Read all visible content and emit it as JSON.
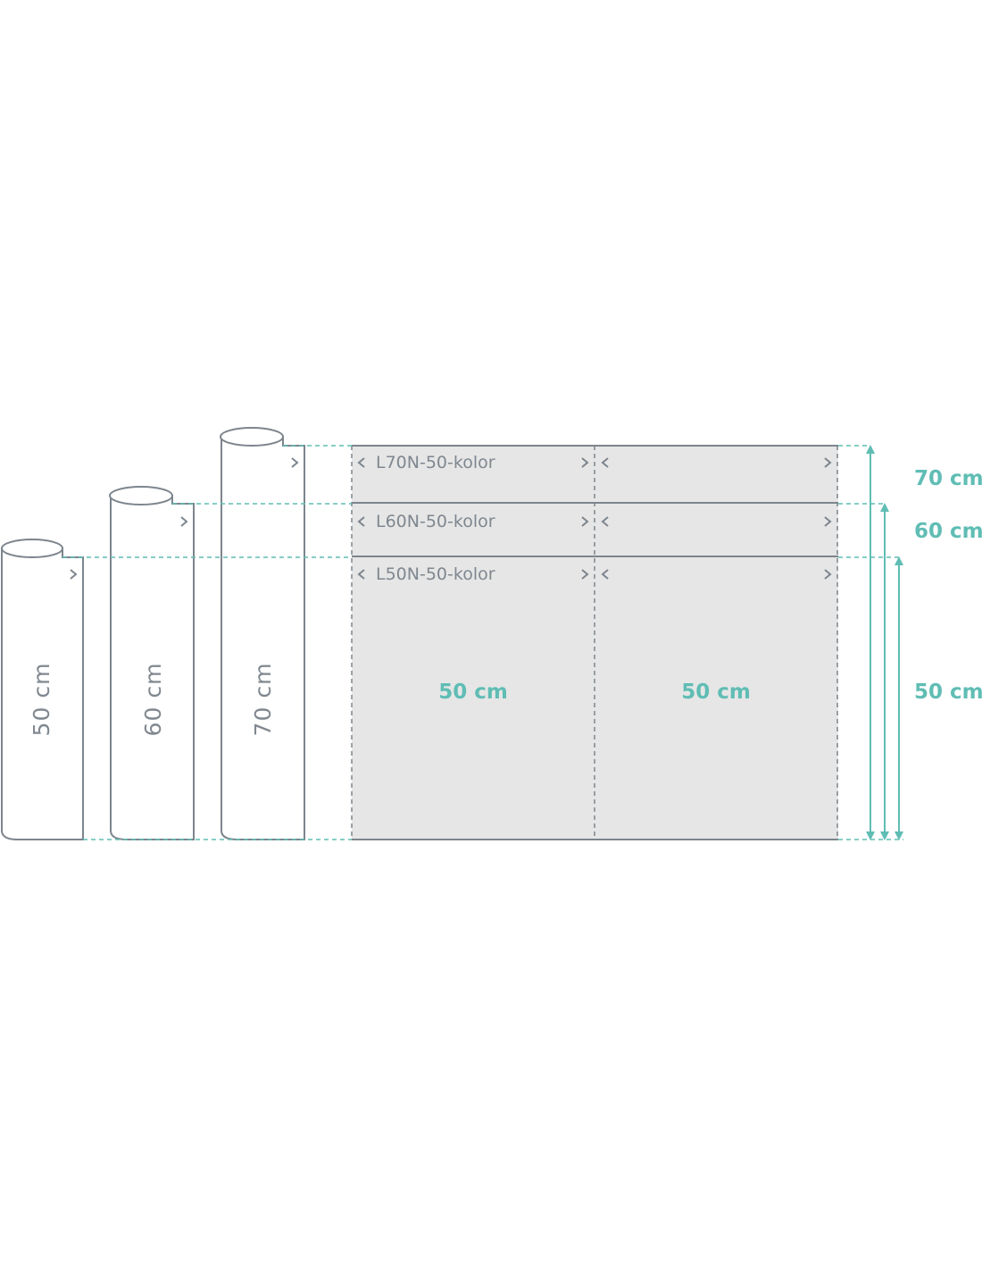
{
  "colors": {
    "accent": "#5fbdb4",
    "outline": "#7d858d",
    "panel": "#e6e6e6",
    "text_gray": "#808890"
  },
  "rolls": [
    {
      "label": "50 cm"
    },
    {
      "label": "60 cm"
    },
    {
      "label": "70 cm"
    }
  ],
  "strips": {
    "row_70": {
      "label": "L70N-50-kolor"
    },
    "row_60": {
      "label": "L60N-50-kolor"
    },
    "row_50": {
      "label": "L50N-50-kolor"
    }
  },
  "panel_widths": [
    "50 cm",
    "50 cm"
  ],
  "dimensions": [
    "70 cm",
    "60 cm",
    "50 cm"
  ],
  "icons": {
    "arrow_right": "chevron-right-icon",
    "arrow_left": "chevron-left-icon"
  }
}
